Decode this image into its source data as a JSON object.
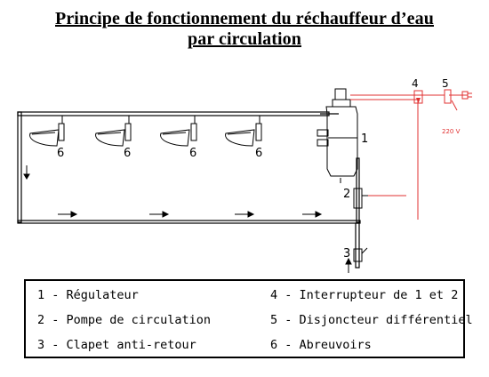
{
  "title": {
    "line1": "Principe de fonctionnement du réchauffeur d’eau",
    "line2": "par circulation"
  },
  "diagram": {
    "labels": {
      "drinker": "6",
      "regulator": "1",
      "pump": "2",
      "valve": "3",
      "switch": "4",
      "breaker": "5",
      "voltage": "220 V"
    }
  },
  "legend": {
    "items": [
      "1 - Régulateur",
      "2 - Pompe de circulation",
      "3 - Clapet anti-retour",
      "4 - Interrupteur de 1 et 2",
      "5 - Disjoncteur différentiel",
      "6 - Abreuvoirs"
    ]
  },
  "colors": {
    "line": "#000000",
    "wire": "#e03030"
  }
}
